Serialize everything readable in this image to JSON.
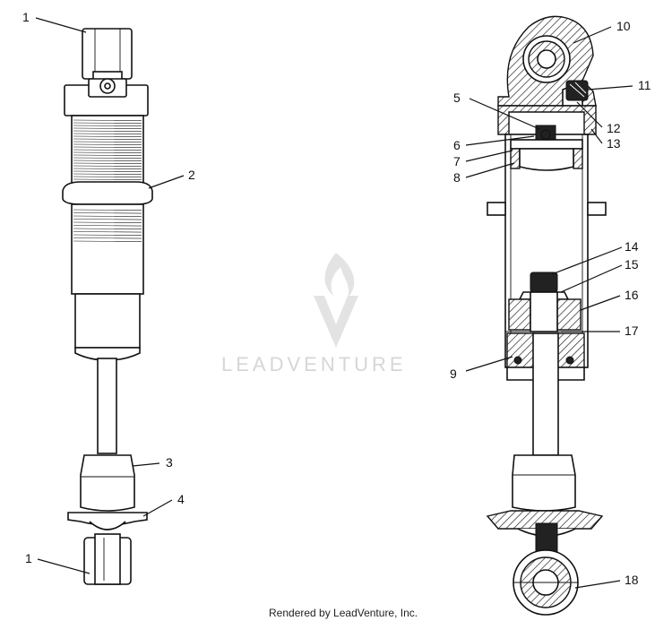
{
  "watermark": {
    "brand": "LEADVENTURE"
  },
  "footer": {
    "credit": "Rendered by LeadVenture, Inc."
  },
  "callouts": {
    "left": [
      {
        "id": "1a",
        "label": "1"
      },
      {
        "id": "2",
        "label": "2"
      },
      {
        "id": "3",
        "label": "3"
      },
      {
        "id": "4",
        "label": "4"
      },
      {
        "id": "1b",
        "label": "1"
      }
    ],
    "right": [
      {
        "id": "10",
        "label": "10"
      },
      {
        "id": "11",
        "label": "11"
      },
      {
        "id": "5",
        "label": "5"
      },
      {
        "id": "12",
        "label": "12"
      },
      {
        "id": "6",
        "label": "6"
      },
      {
        "id": "13",
        "label": "13"
      },
      {
        "id": "7",
        "label": "7"
      },
      {
        "id": "8",
        "label": "8"
      },
      {
        "id": "14",
        "label": "14"
      },
      {
        "id": "15",
        "label": "15"
      },
      {
        "id": "16",
        "label": "16"
      },
      {
        "id": "17",
        "label": "17"
      },
      {
        "id": "9",
        "label": "9"
      },
      {
        "id": "18",
        "label": "18"
      }
    ]
  }
}
